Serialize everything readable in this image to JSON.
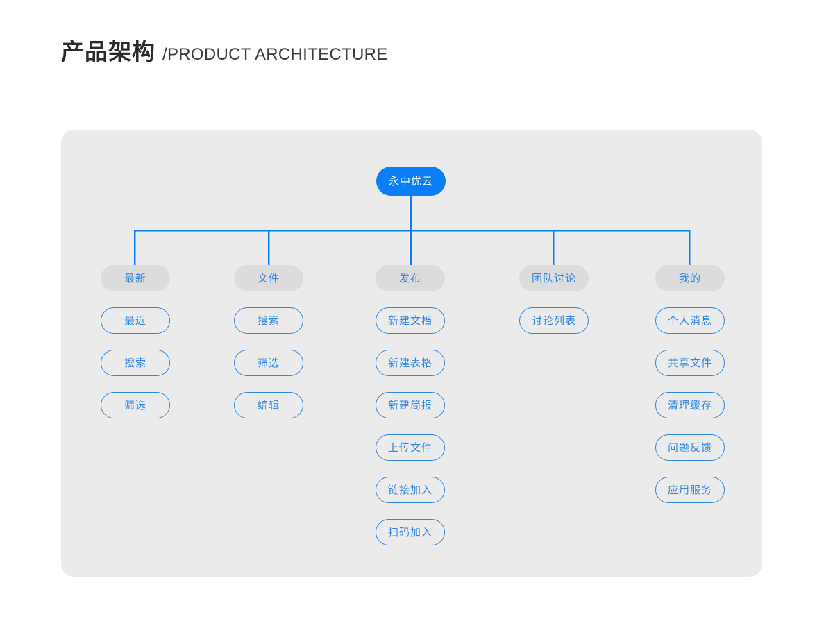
{
  "header": {
    "title_cn": "产品架构",
    "title_en": "/PRODUCT ARCHITECTURE"
  },
  "colors": {
    "page_background": "#ffffff",
    "panel_background": "#ebebeb",
    "root_fill": "#0b7ef5",
    "root_text": "#ffffff",
    "level2_fill": "#dcdcdc",
    "accent_blue": "#2f86e0",
    "connector_line": "#0b7ef5",
    "title_text": "#2b2b2b"
  },
  "diagram": {
    "type": "org-tree",
    "root": {
      "label": "永中优云"
    },
    "branches": [
      {
        "label": "最新",
        "children": [
          {
            "label": "最近"
          },
          {
            "label": "搜索"
          },
          {
            "label": "筛选"
          }
        ]
      },
      {
        "label": "文件",
        "children": [
          {
            "label": "搜索"
          },
          {
            "label": "筛选"
          },
          {
            "label": "编辑"
          }
        ]
      },
      {
        "label": "发布",
        "children": [
          {
            "label": "新建文档"
          },
          {
            "label": "新建表格"
          },
          {
            "label": "新建简报"
          },
          {
            "label": "上传文件"
          },
          {
            "label": "链接加入"
          },
          {
            "label": "扫码加入"
          }
        ]
      },
      {
        "label": "团队讨论",
        "children": [
          {
            "label": "讨论列表"
          }
        ]
      },
      {
        "label": "我的",
        "children": [
          {
            "label": "个人消息"
          },
          {
            "label": "共享文件"
          },
          {
            "label": "清理缓存"
          },
          {
            "label": "问题反馈"
          },
          {
            "label": "应用服务"
          }
        ]
      }
    ]
  }
}
